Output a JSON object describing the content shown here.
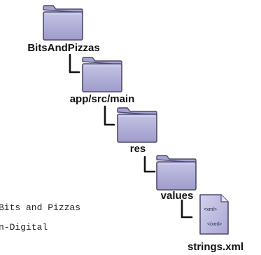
{
  "tree": [
    {
      "name": "BitsAndPizzas",
      "icon": "folder-icon"
    },
    {
      "name": "app/src/main",
      "icon": "folder-icon"
    },
    {
      "name": "res",
      "icon": "folder-icon"
    },
    {
      "name": "values",
      "icon": "folder-icon"
    },
    {
      "name": "strings.xml",
      "icon": "xml-file-icon",
      "tag_open": "<xml>",
      "tag_close": "</xml>"
    }
  ],
  "code_fragments": [
    "Bits and Pizzas",
    "n-Digital"
  ],
  "colors": {
    "folder_fill": "#b3b2dc",
    "folder_edge": "#4d4a6c",
    "folder_tab": "#a5a3cf",
    "file_fill": "#bdbce2",
    "text": "#111111"
  }
}
